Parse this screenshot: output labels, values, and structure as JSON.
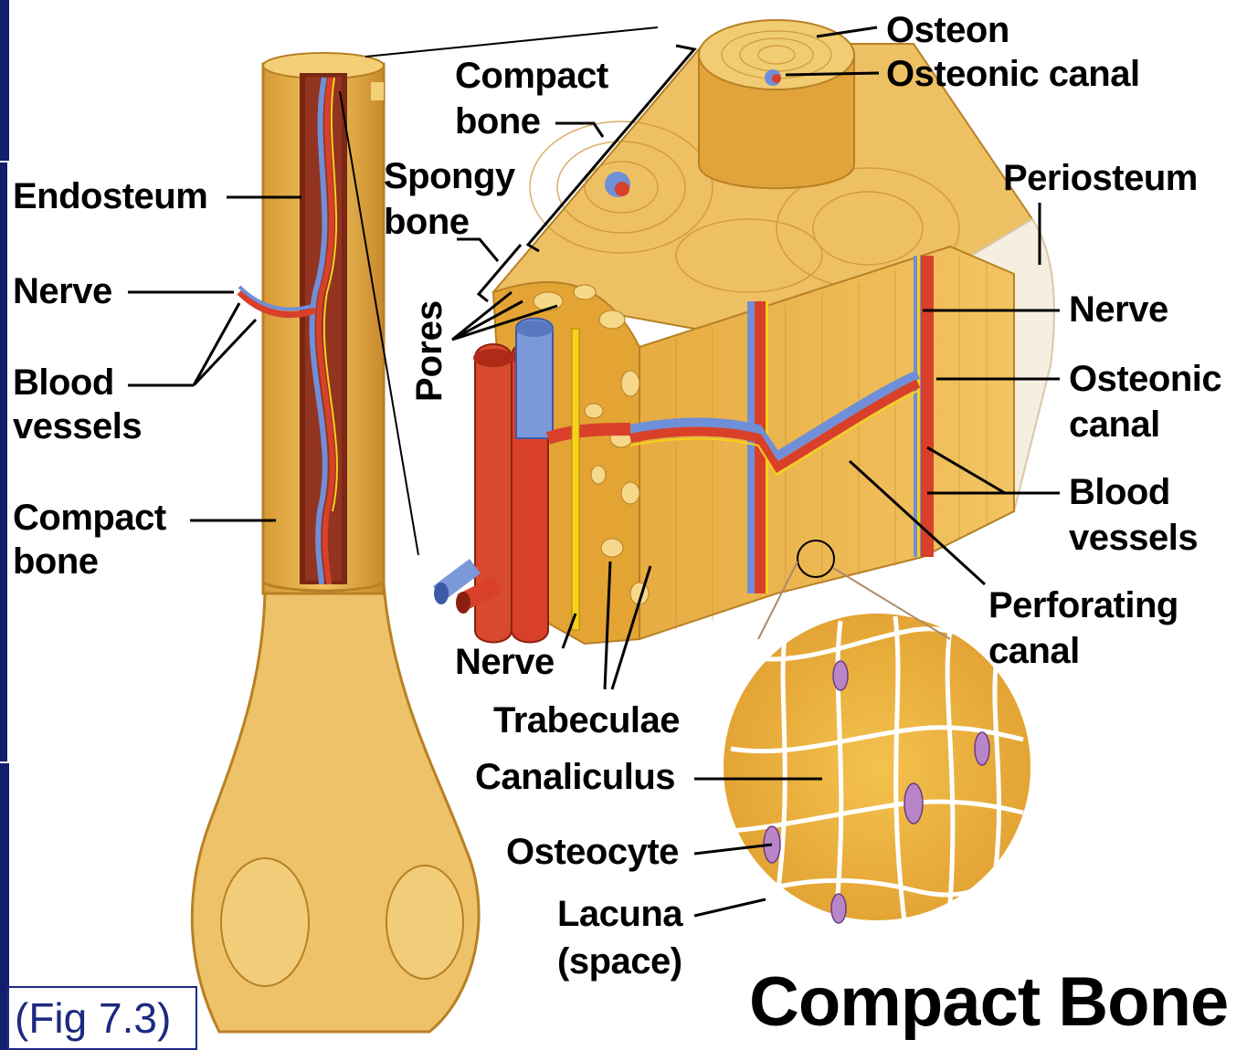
{
  "title": "Compact Bone",
  "figure_ref": "(Fig 7.3)",
  "labels": {
    "endosteum": "Endosteum",
    "nerve_left": "Nerve",
    "blood_left_1": "Blood",
    "blood_left_2": "vessels",
    "compact_left_1": "Compact",
    "compact_left_2": "bone",
    "compact_top_1": "Compact",
    "compact_top_2": "bone",
    "spongy_1": "Spongy",
    "spongy_2": "bone",
    "pores": "Pores",
    "osteon": "Osteon",
    "osteonic_canal_top": "Osteonic canal",
    "periosteum": "Periosteum",
    "nerve_right": "Nerve",
    "osteonic_1": "Osteonic",
    "osteonic_2": "canal",
    "blood_right_1": "Blood",
    "blood_right_2": "vessels",
    "perforating_1": "Perforating",
    "perforating_2": "canal",
    "nerve_bottom": "Nerve",
    "trabeculae": "Trabeculae",
    "canaliculus": "Canaliculus",
    "osteocyte": "Osteocyte",
    "lacuna_1": "Lacuna",
    "lacuna_2": "(space)"
  },
  "colors": {
    "bone": "#e8b24a",
    "bone_light": "#f4d27a",
    "bone_dark": "#c98e2c",
    "artery": "#d8402a",
    "vein": "#6f8fd8",
    "nerve": "#f6d21a",
    "marrow": "#7a2814",
    "sidebar": "#141e6e"
  }
}
